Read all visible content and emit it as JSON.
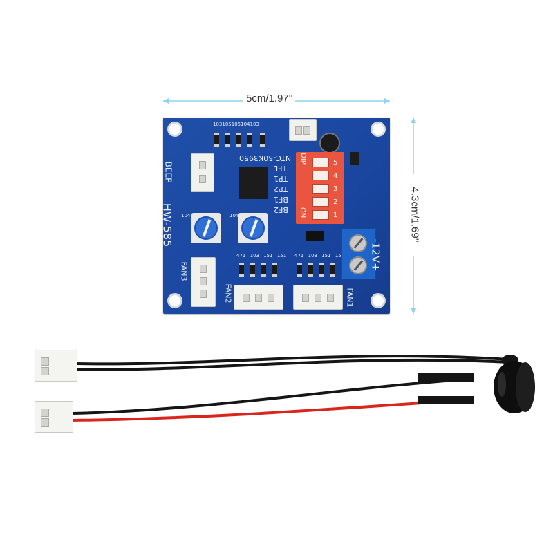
{
  "dimensions": {
    "width_label": "5cm/1.97''",
    "height_label": "4.3cm/1.69''"
  },
  "board": {
    "model": "HW-585",
    "beep_label": "BEEP",
    "ntc_label": "NTC-50K3950",
    "dip_label": "DIP",
    "dip_on_label": "ON",
    "dip_numbers": [
      "1",
      "2",
      "3",
      "4",
      "5"
    ],
    "functions": [
      "TFL",
      "TP1",
      "TP2",
      "BF1",
      "BF2"
    ],
    "fan_labels": [
      "FAN1",
      "FAN2",
      "FAN3"
    ],
    "power_label": "-12V+",
    "pot_labels": [
      "104",
      "104"
    ],
    "resistor_codes": [
      "103",
      "105",
      "105",
      "104",
      "103"
    ],
    "resistor_codes_fan": [
      "471",
      "103",
      "151",
      "151"
    ]
  },
  "cables": {
    "thermistor_wire_color": "#151515",
    "buzzer_wire_colors": [
      "#151515",
      "#d8261c"
    ]
  }
}
